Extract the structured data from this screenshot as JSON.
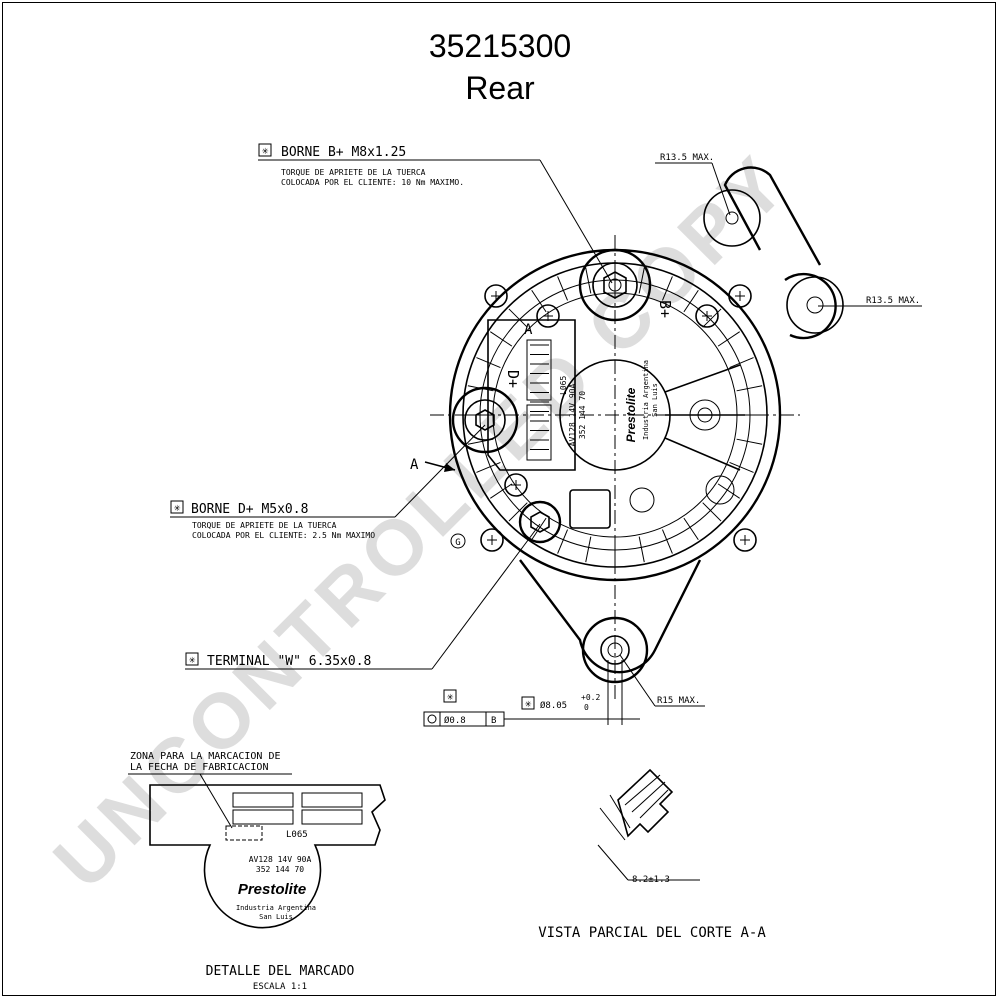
{
  "title": {
    "part_number": "35215300",
    "view": "Rear"
  },
  "watermark": "UNCONTROLLED COPY",
  "callouts": {
    "borne_b": {
      "label": "BORNE B+ M8x1.25",
      "note_line1": "TORQUE DE APRIETE DE LA TUERCA",
      "note_line2": "COLOCADA POR EL CLIENTE: 10 Nm MAXIMO."
    },
    "borne_d": {
      "label": "BORNE D+ M5x0.8",
      "note_line1": "TORQUE DE APRIETE DE LA TUERCA",
      "note_line2": "COLOCADA POR EL CLIENTE: 2.5 Nm MAXIMO"
    },
    "terminal_w": {
      "label": "TERMINAL \"W\" 6.35x0.8"
    }
  },
  "dimensions": {
    "r_top": "R13.5 MAX.",
    "r_right": "R13.5 MAX.",
    "r_bottom": "R15 MAX.",
    "hole_dia": "Ø8.05",
    "tol_upper": "+0.2",
    "tol_lower": "0",
    "position_tol": "Ø0.8",
    "datum": "B",
    "section_ref": "A",
    "ground_ref": "G",
    "b_plus_mark": "B+",
    "d_plus_mark": "D+",
    "depth": "8.2±1.3"
  },
  "nameplate": {
    "code": "L065",
    "line1": "AV128  14V  90A",
    "line2": "352  144  70",
    "brand": "Prestolite",
    "origin1": "Industria Argentina",
    "origin2": "San Luis"
  },
  "detail": {
    "zone_line1": "ZONA PARA LA MARCACION DE",
    "zone_line2": "LA FECHA DE FABRICACION",
    "title": "DETALLE DEL MARCADO",
    "scale": "ESCALA 1:1"
  },
  "section_view": {
    "title": "VISTA PARCIAL DEL CORTE A-A"
  }
}
